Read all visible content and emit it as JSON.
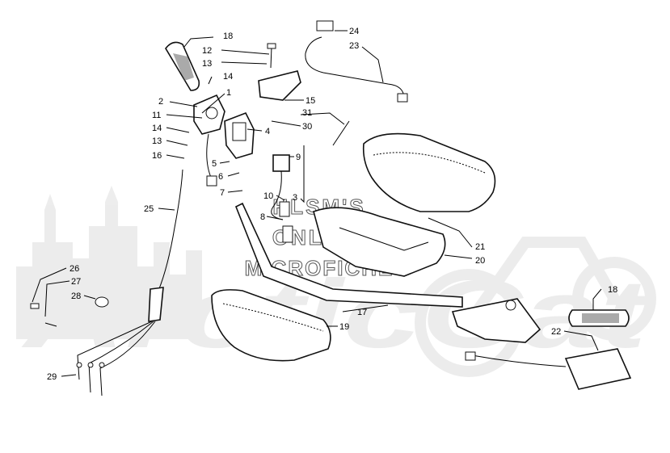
{
  "watermark": {
    "brand_text": "ArcticCat",
    "site_lines": [
      "HLSM'S",
      "ONLINE",
      "MICROFICHE"
    ]
  },
  "callouts": [
    {
      "id": "c18a",
      "label": "18"
    },
    {
      "id": "c12",
      "label": "12"
    },
    {
      "id": "c13a",
      "label": "13"
    },
    {
      "id": "c14a",
      "label": "14"
    },
    {
      "id": "c1",
      "label": "1"
    },
    {
      "id": "c2",
      "label": "2"
    },
    {
      "id": "c11",
      "label": "11"
    },
    {
      "id": "c15",
      "label": "15"
    },
    {
      "id": "c14b",
      "label": "14"
    },
    {
      "id": "c13b",
      "label": "13"
    },
    {
      "id": "c16",
      "label": "16"
    },
    {
      "id": "c31",
      "label": "31"
    },
    {
      "id": "c30",
      "label": "30"
    },
    {
      "id": "c4",
      "label": "4"
    },
    {
      "id": "c24",
      "label": "24"
    },
    {
      "id": "c23",
      "label": "23"
    },
    {
      "id": "c9",
      "label": "9"
    },
    {
      "id": "c5",
      "label": "5"
    },
    {
      "id": "c6",
      "label": "6"
    },
    {
      "id": "c7",
      "label": "7"
    },
    {
      "id": "c10",
      "label": "10"
    },
    {
      "id": "c3",
      "label": "3"
    },
    {
      "id": "c8",
      "label": "8"
    },
    {
      "id": "c25",
      "label": "25"
    },
    {
      "id": "c21",
      "label": "21"
    },
    {
      "id": "c20",
      "label": "20"
    },
    {
      "id": "c26",
      "label": "26"
    },
    {
      "id": "c27",
      "label": "27"
    },
    {
      "id": "c28",
      "label": "28"
    },
    {
      "id": "c18b",
      "label": "18"
    },
    {
      "id": "c17",
      "label": "17"
    },
    {
      "id": "c19",
      "label": "19"
    },
    {
      "id": "c22",
      "label": "22"
    },
    {
      "id": "c29",
      "label": "29"
    }
  ]
}
